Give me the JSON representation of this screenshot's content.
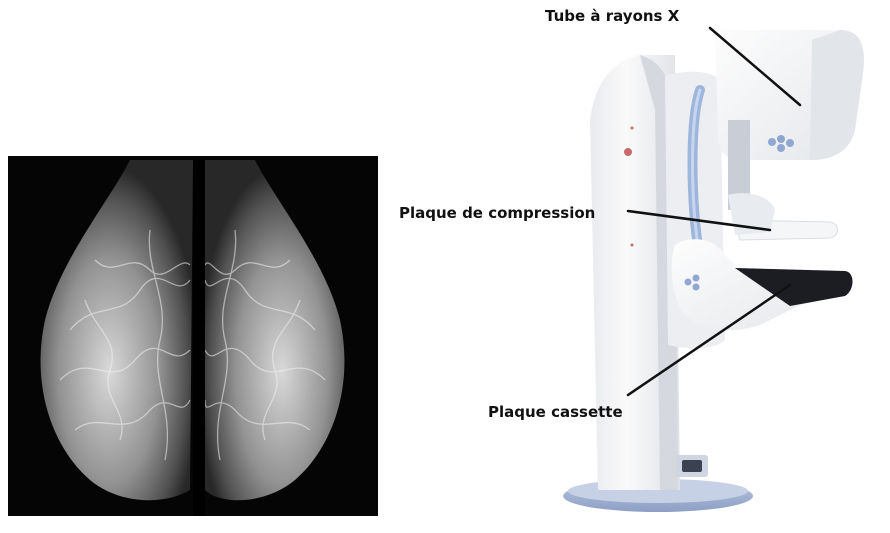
{
  "labels": {
    "tube": "Tube à rayons X",
    "compression": "Plaque de compression",
    "cassette": "Plaque cassette"
  },
  "colors": {
    "xray_background": "#050505",
    "machine_body": "#f3f4f6",
    "accent_blue": "#9fb6dc",
    "base_blue": "#a9b8d6",
    "leader_line": "#111111"
  },
  "icons": {
    "xray": "mammogram-xray-image",
    "machine": "mammography-machine-illustration"
  }
}
